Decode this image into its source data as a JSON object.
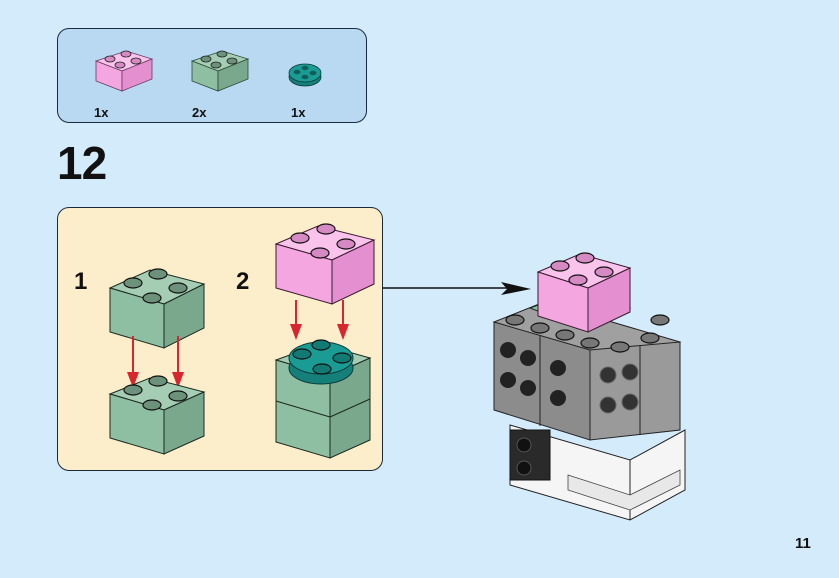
{
  "parts_list": {
    "items": [
      {
        "name": "pink-2x2-brick",
        "color": "#f4a6e0",
        "quantity": "1x"
      },
      {
        "name": "sand-green-2x2-brick",
        "color": "#8fbfa2",
        "quantity": "2x"
      },
      {
        "name": "dark-turquoise-round-plate",
        "color": "#1a9c94",
        "quantity": "1x"
      }
    ]
  },
  "step": {
    "number": "12",
    "substeps": [
      {
        "label": "1"
      },
      {
        "label": "2"
      }
    ]
  },
  "colors": {
    "background": "#d3ebfb",
    "parts_box": "#b9d8f1",
    "substep_box": "#fdeecb",
    "arrow_red": "#d8262e",
    "pink": "#f4a6e0",
    "sand_green": "#8fbfa2",
    "turquoise": "#1a9c94",
    "gray": "#8c8c8c",
    "white": "#f5f5f5"
  },
  "page": {
    "number": "11"
  }
}
